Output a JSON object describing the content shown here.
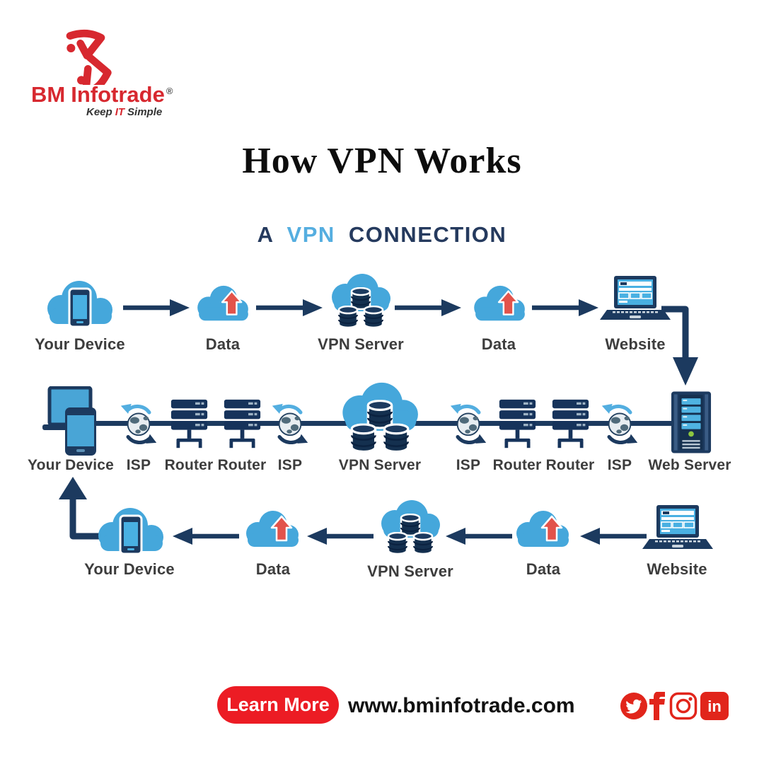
{
  "brand": {
    "name_bm": "BM",
    "name_rest": "Infotrade",
    "reg": "®",
    "tagline_pre": "Keep",
    "tagline_it": "IT",
    "tagline_post": "Simple"
  },
  "title": "How VPN Works",
  "subtitle": {
    "a": "A",
    "vpn": "VPN",
    "connection": "CONNECTION"
  },
  "diagram": {
    "row1": [
      "Your Device",
      "Data",
      "VPN Server",
      "Data",
      "Website"
    ],
    "row2": [
      "Your Device",
      "ISP",
      "Router",
      "Router",
      "ISP",
      "VPN Server",
      "ISP",
      "Router",
      "Router",
      "ISP",
      "Web Server"
    ],
    "row3": [
      "Your Device",
      "Data",
      "VPN Server",
      "Data",
      "Website"
    ]
  },
  "footer": {
    "cta": "Learn More",
    "url": "www.bminfotrade.com",
    "social": [
      {
        "name": "twitter-icon"
      },
      {
        "name": "facebook-icon"
      },
      {
        "name": "instagram-icon"
      },
      {
        "name": "linkedin-icon",
        "glyph": "in"
      }
    ]
  },
  "colors": {
    "cloud_blue": "#45a7db",
    "navy": "#1c3a5f",
    "navy_dark": "#14304f",
    "screen_blue": "#4fb3e2",
    "accent_red": "#d7282f",
    "cta_red": "#ec1c24",
    "data_arrow_red": "#e2534b",
    "subtitle_blue": "#55aee0",
    "subtitle_navy": "#253a5e",
    "label_gray": "#3d3d3d",
    "led_green": "#8cc63f"
  }
}
